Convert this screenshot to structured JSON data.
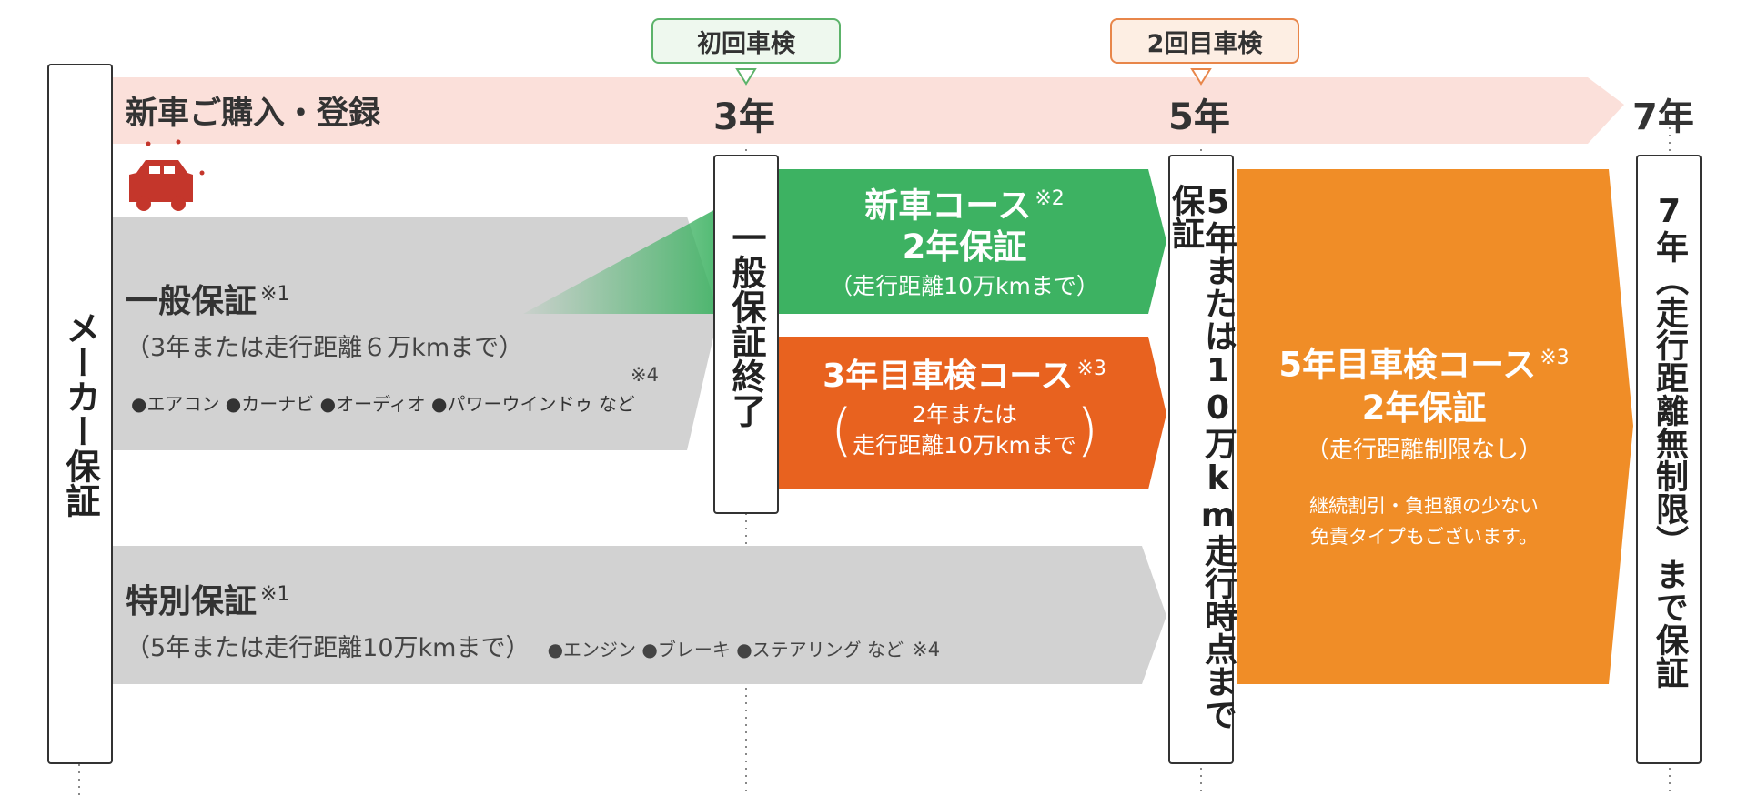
{
  "timeline": {
    "start_label": "新車ご購入・登録",
    "year3": "3年",
    "year5": "5年",
    "year7": "7年",
    "callout_first_inspection": "初回車検",
    "callout_second_inspection": "2回目車検"
  },
  "maker_warranty": {
    "label": "メーカー保証"
  },
  "general_warranty": {
    "title": "一般保証",
    "note": "※1",
    "condition": "（3年または走行距離６万kmまで）",
    "items": "●エアコン ●カーナビ ●オーディオ ●パワーウインドゥ など",
    "items_note": "※4"
  },
  "general_warranty_end": {
    "label": "一般保証終了"
  },
  "new_car_course": {
    "title": "新車コース",
    "note": "※2",
    "warranty": "2年保証",
    "condition": "（走行距離10万kmまで）"
  },
  "third_year_course": {
    "title": "3年目車検コース",
    "note": "※3",
    "condition_line1": "2年または",
    "condition_line2": "走行距離10万kmまで"
  },
  "special_warranty": {
    "title": "特別保証",
    "note": "※1",
    "condition": "（5年または走行距離10万kmまで）",
    "items": "●エンジン ●ブレーキ ●ステアリング など",
    "items_note": "※4"
  },
  "five_year_point": {
    "label": "5年または10万km走行時点まで保証"
  },
  "fifth_year_course": {
    "title": "5年目車検コース",
    "note": "※3",
    "warranty": "2年保証",
    "condition": "（走行距離制限なし）",
    "extra_line1": "継続割引・負担額の少ない",
    "extra_line2": "免責タイプもございます。"
  },
  "seven_year": {
    "label": "7年（走行距離無制限）まで保証"
  },
  "colors": {
    "timeline_band": "#fbe0da",
    "gray_band": "#d2d2d2",
    "green": "#3db262",
    "orange_red": "#e8621f",
    "orange": "#f08d27",
    "car": "#c4362b",
    "callout_green": "#5cb36a",
    "callout_orange": "#e8864a"
  }
}
